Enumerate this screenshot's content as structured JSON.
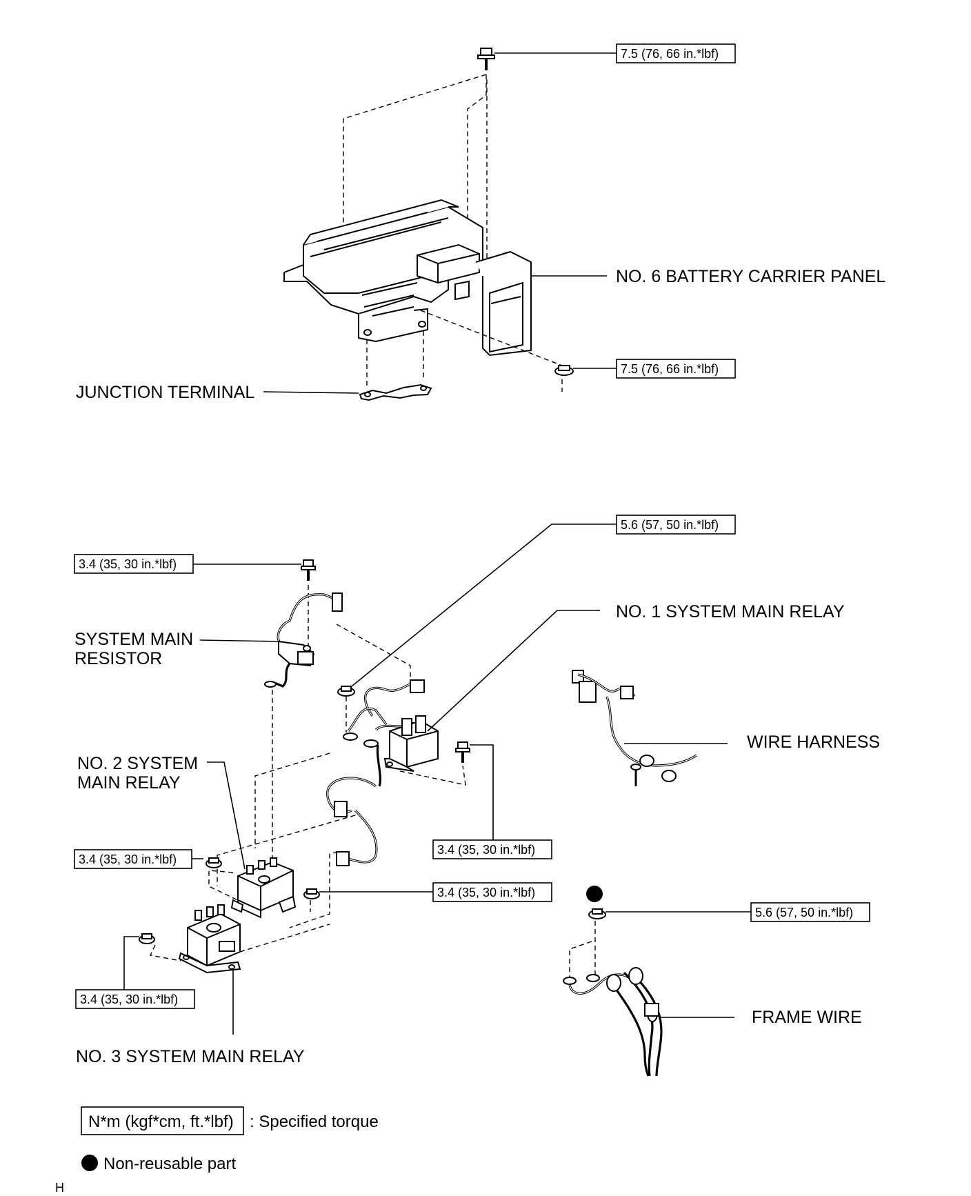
{
  "labels": {
    "battery_carrier_panel": "NO. 6 BATTERY CARRIER PANEL",
    "junction_terminal": "JUNCTION TERMINAL",
    "no1_relay": "NO. 1 SYSTEM MAIN RELAY",
    "resistor_line1": "SYSTEM MAIN",
    "resistor_line2": "RESISTOR",
    "wire_harness": "WIRE HARNESS",
    "no2_relay_line1": "NO. 2 SYSTEM",
    "no2_relay_line2": "MAIN RELAY",
    "no3_relay": "NO. 3 SYSTEM MAIN RELAY",
    "frame_wire": "FRAME WIRE"
  },
  "torques": {
    "top_bolt": "7.5 (76, 66 in.*lbf)",
    "panel_nut": "7.5 (76, 66 in.*lbf)",
    "relay1_nut": "5.6 (57, 50 in.*lbf)",
    "resistor_bolt": "3.4 (35, 30 in.*lbf)",
    "relay1_bolt": "3.4 (35, 30 in.*lbf)",
    "relay2_left_nut": "3.4 (35, 30 in.*lbf)",
    "relay2_right_nut": "3.4 (35, 30 in.*lbf)",
    "frame_nut": "5.6 (57, 50 in.*lbf)",
    "relay3_nut": "3.4 (35, 30 in.*lbf)"
  },
  "legend": {
    "torque_box": "N*m (kgf*cm, ft.*lbf)",
    "torque_text": ": Specified torque",
    "nonreusable_text": "Non-reusable part"
  },
  "footer_code": "H"
}
